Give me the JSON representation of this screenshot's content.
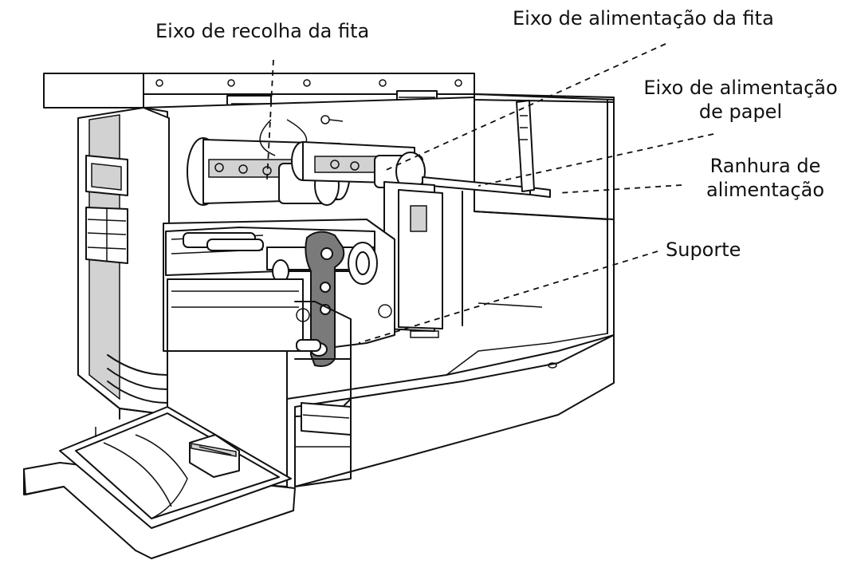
{
  "callouts": {
    "ribbon_rewind": "Eixo de recolha da fita",
    "ribbon_supply": "Eixo de alimentação da fita",
    "paper_supply_line1": "Eixo de alimentação",
    "paper_supply_line2": "de papel",
    "feed_slot_line1": "Ranhura de",
    "feed_slot_line2": "alimentação",
    "support": "Suporte"
  },
  "colors": {
    "line": "#111111",
    "shade": "#d2d2d2",
    "dark_part": "#7a7a7a",
    "background": "#ffffff"
  }
}
